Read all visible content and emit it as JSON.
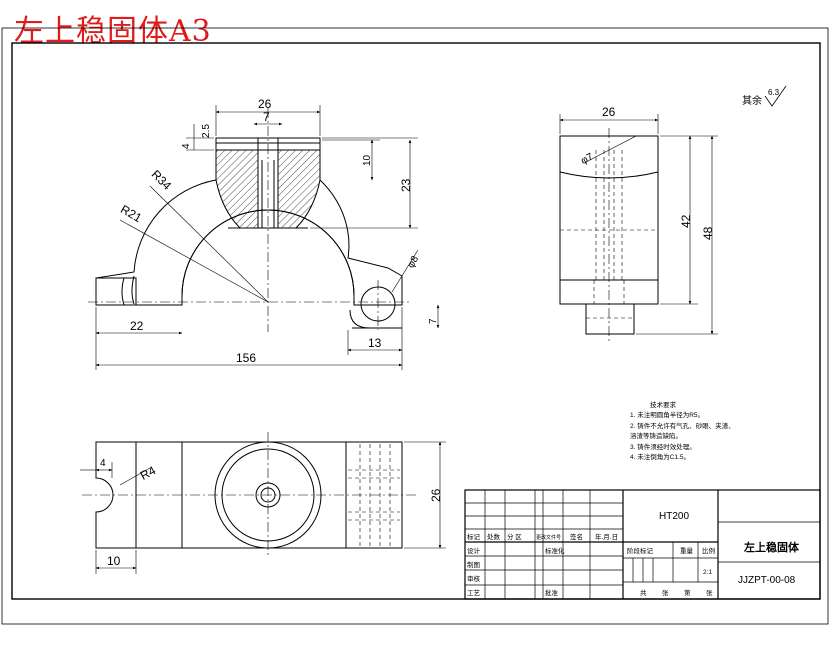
{
  "drawing_title": "左上稳固体A3",
  "dimensions": {
    "front_top_width": "26",
    "front_hole": "7",
    "front_flange_t": "2.5",
    "front_4": "4",
    "front_10": "10",
    "front_23": "23",
    "front_r34": "R34",
    "front_r21": "R21",
    "front_phi8": "φ8",
    "front_22": "22",
    "front_156": "156",
    "front_13": "13",
    "front_7": "7",
    "side_26": "26",
    "side_phi": "φ7",
    "side_42": "42",
    "side_48": "48",
    "plan_4": "4",
    "plan_r4": "R4",
    "plan_26": "26",
    "plan_10": "10",
    "roughness_other": "其余",
    "roughness_val": "6.3"
  },
  "tech_req": {
    "title": "技术要求",
    "items": [
      "1. 未注明圆角半径为R5。",
      "2. 铸件不允许有气孔、砂眼、夹渣、",
      "溶渣等铸造缺陷。",
      "3. 铸件须经时效处理。",
      "4. 未注倒角为C1.5。"
    ]
  },
  "title_block": {
    "material": "HT200",
    "part_name": "左上稳固体",
    "drawing_no": "JJZPT-00-08",
    "row_labels": [
      "标记",
      "处数",
      "分 区",
      "更改文件号",
      "签名",
      "年.月.日"
    ],
    "design": "设计",
    "standardize": "标准化",
    "drafter": "制图",
    "review": "审核",
    "process": "工艺",
    "approve": "批准",
    "stage_mark": "阶段标记",
    "weight": "重量",
    "scale": "比例",
    "scale_val": "2:1",
    "sheets": [
      "共",
      "张",
      "第",
      "张"
    ]
  }
}
